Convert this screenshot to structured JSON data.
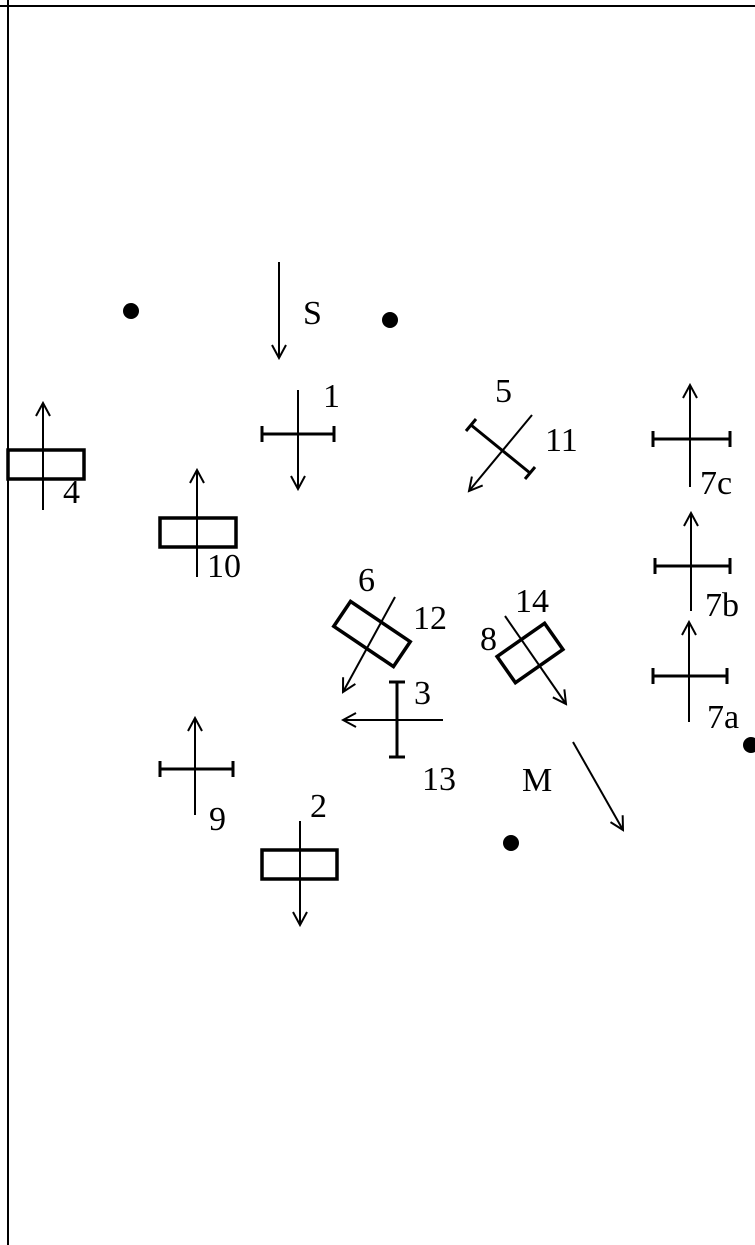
{
  "diagram": {
    "labels": {
      "S": "S",
      "M": "M",
      "n1": "1",
      "n2": "2",
      "n3": "3",
      "n4": "4",
      "n5": "5",
      "n6": "6",
      "n7a": "7a",
      "n7b": "7b",
      "n7c": "7c",
      "n8": "8",
      "n9": "9",
      "n10": "10",
      "n11": "11",
      "n12": "12",
      "n13": "13",
      "n14": "14"
    },
    "colors": {
      "ink": "#000000",
      "paper": "#ffffff"
    }
  }
}
